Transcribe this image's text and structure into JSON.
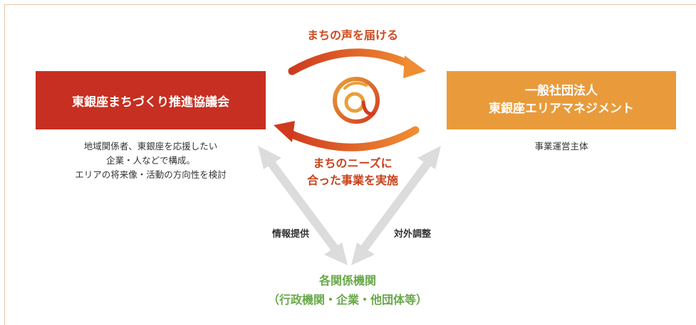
{
  "left_box": {
    "title": "東銀座まちづくり推進協議会"
  },
  "left_desc": {
    "line1": "地域関係者、東銀座を応援したい",
    "line2": "企業・人などで構成。",
    "line3": "エリアの将来像・活動の方向性を検討"
  },
  "right_box": {
    "line1": "一般社団法人",
    "line2": "東銀座エリアマネジメント"
  },
  "right_desc": {
    "text": "事業運営主体"
  },
  "arrows": {
    "top_label": "まちの声を届ける",
    "bottom_label_line1": "まちのニーズに",
    "bottom_label_line2": "合った事業を実施",
    "info_label": "情報提供",
    "coord_label": "対外調整"
  },
  "agencies": {
    "line1": "各関係機関",
    "line2": "（行政機関・企業・他団体等）"
  },
  "colors": {
    "left_box": "#c62f21",
    "right_box": "#e99b3b",
    "arrow_red": "#cd3a1e",
    "arrow_orange": "#ec8c3a",
    "green": "#6aa94c",
    "gray_arrow": "#dcdcdc"
  },
  "icons": {
    "center_logo": "at-sign-logo-icon"
  }
}
